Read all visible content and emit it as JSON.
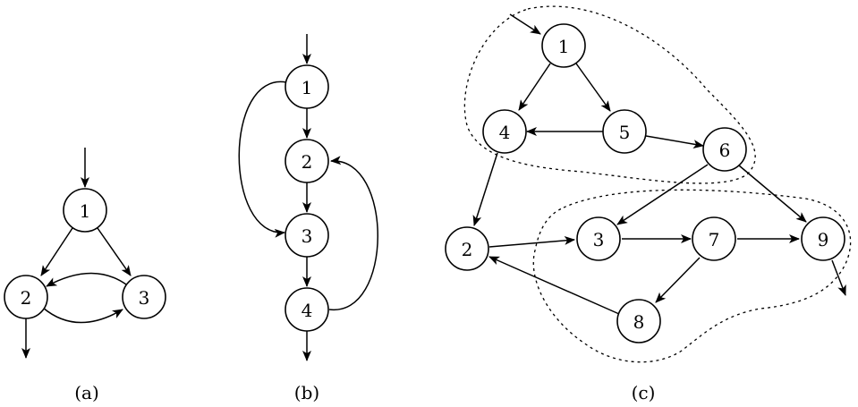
{
  "graphs": [
    {
      "id": "a",
      "caption": "(a)",
      "nodes": [
        "1",
        "2",
        "3"
      ],
      "edges": [
        [
          "entry",
          "1"
        ],
        [
          "1",
          "2"
        ],
        [
          "1",
          "3"
        ],
        [
          "2",
          "3"
        ],
        [
          "3",
          "2"
        ],
        [
          "2",
          "exit"
        ]
      ]
    },
    {
      "id": "b",
      "caption": "(b)",
      "nodes": [
        "1",
        "2",
        "3",
        "4"
      ],
      "edges": [
        [
          "entry",
          "1"
        ],
        [
          "1",
          "2"
        ],
        [
          "1",
          "3"
        ],
        [
          "2",
          "3"
        ],
        [
          "3",
          "4"
        ],
        [
          "4",
          "2"
        ],
        [
          "4",
          "exit"
        ]
      ]
    },
    {
      "id": "c",
      "caption": "(c)",
      "nodes": [
        "1",
        "2",
        "3",
        "4",
        "5",
        "6",
        "7",
        "8",
        "9"
      ],
      "regions": [
        [
          "1",
          "4",
          "5",
          "6"
        ],
        [
          "3",
          "7",
          "8",
          "9"
        ]
      ],
      "edges": [
        [
          "entry",
          "1"
        ],
        [
          "1",
          "4"
        ],
        [
          "1",
          "5"
        ],
        [
          "5",
          "4"
        ],
        [
          "5",
          "6"
        ],
        [
          "4",
          "2"
        ],
        [
          "6",
          "3"
        ],
        [
          "6",
          "9"
        ],
        [
          "2",
          "3"
        ],
        [
          "3",
          "7"
        ],
        [
          "7",
          "9"
        ],
        [
          "7",
          "8"
        ],
        [
          "8",
          "2"
        ],
        [
          "9",
          "exit"
        ]
      ]
    }
  ]
}
